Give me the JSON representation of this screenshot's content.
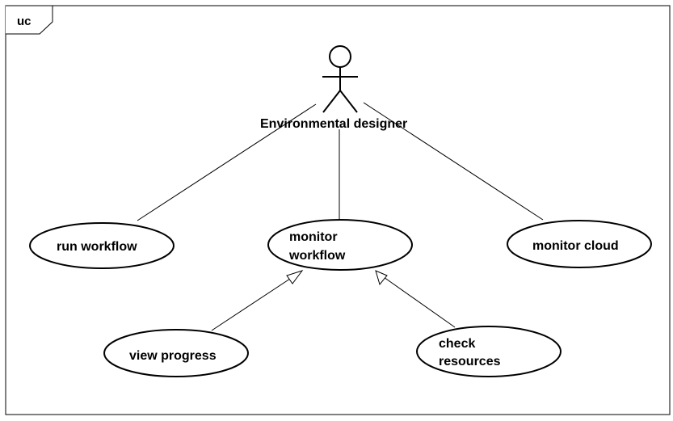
{
  "diagram": {
    "frame_tag": "uc",
    "actor": {
      "label": "Environmental designer"
    },
    "use_cases": [
      {
        "id": "run-workflow",
        "lines": [
          "run workflow"
        ]
      },
      {
        "id": "monitor-workflow",
        "lines": [
          "monitor",
          "workflow"
        ]
      },
      {
        "id": "monitor-cloud",
        "lines": [
          "monitor cloud"
        ]
      },
      {
        "id": "view-progress",
        "lines": [
          "view progress"
        ]
      },
      {
        "id": "check-resources",
        "lines": [
          "check",
          "resources"
        ]
      }
    ],
    "associations": [
      {
        "from": "actor",
        "to": "run-workflow"
      },
      {
        "from": "actor",
        "to": "monitor-workflow"
      },
      {
        "from": "actor",
        "to": "monitor-cloud"
      }
    ],
    "generalizations": [
      {
        "from": "view-progress",
        "to": "monitor-workflow"
      },
      {
        "from": "check-resources",
        "to": "monitor-workflow"
      }
    ]
  }
}
